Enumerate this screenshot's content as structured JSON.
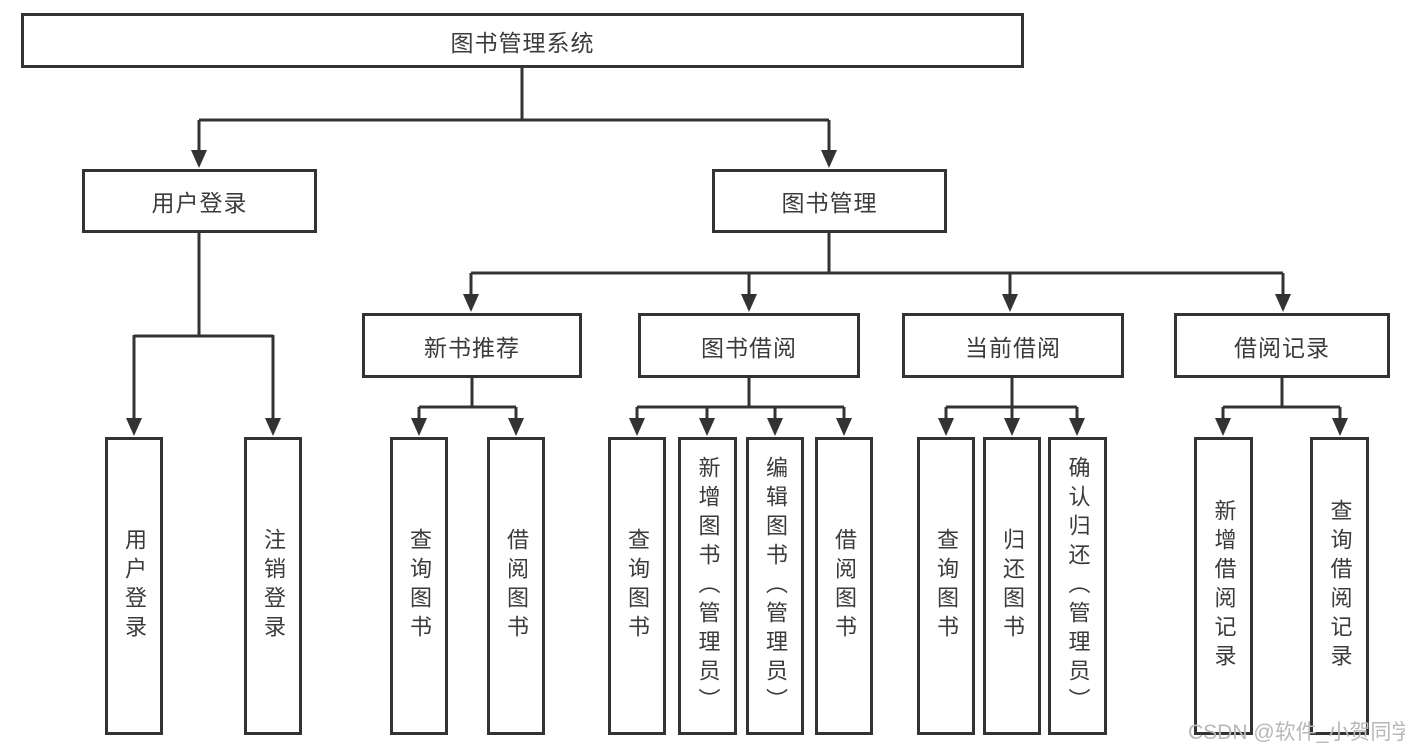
{
  "diagram": {
    "root": {
      "label": "图书管理系统"
    },
    "branches": [
      {
        "label": "用户登录",
        "children": [
          {
            "label": "用户登录"
          },
          {
            "label": "注销登录"
          }
        ]
      },
      {
        "label": "图书管理",
        "children": [
          {
            "label": "新书推荐",
            "children": [
              {
                "label": "查询图书"
              },
              {
                "label": "借阅图书"
              }
            ]
          },
          {
            "label": "图书借阅",
            "children": [
              {
                "label": "查询图书"
              },
              {
                "label": "新增图书（管理员）"
              },
              {
                "label": "编辑图书（管理员）"
              },
              {
                "label": "借阅图书"
              }
            ]
          },
          {
            "label": "当前借阅",
            "children": [
              {
                "label": "查询图书"
              },
              {
                "label": "归还图书"
              },
              {
                "label": "确认归还（管理员）"
              }
            ]
          },
          {
            "label": "借阅记录",
            "children": [
              {
                "label": "新增借阅记录"
              },
              {
                "label": "查询借阅记录"
              }
            ]
          }
        ]
      }
    ]
  },
  "watermark": {
    "text": "CSDN @软件_小贺同学"
  },
  "colors": {
    "line": "#333333",
    "text": "#3b3b3b",
    "watermark_gray": "#b8b8b8",
    "background": "#ffffff"
  }
}
